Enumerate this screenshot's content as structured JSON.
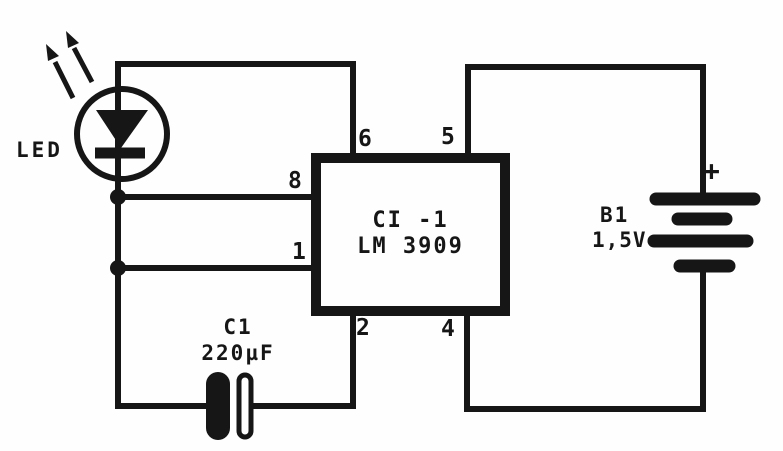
{
  "diagram": {
    "background": "#fefefe",
    "ink": "#161616",
    "led": {
      "label": "LED"
    },
    "ic": {
      "ref": "CI -1",
      "part": "LM 3909",
      "pins": {
        "top_left": "6",
        "top_right": "5",
        "left_upper": "8",
        "left_lower": "1",
        "bottom_left": "2",
        "bottom_right": "4"
      }
    },
    "capacitor": {
      "ref": "C1",
      "value": "220µF"
    },
    "battery": {
      "ref": "B1",
      "voltage": "1,5V",
      "polarity": "+"
    }
  }
}
